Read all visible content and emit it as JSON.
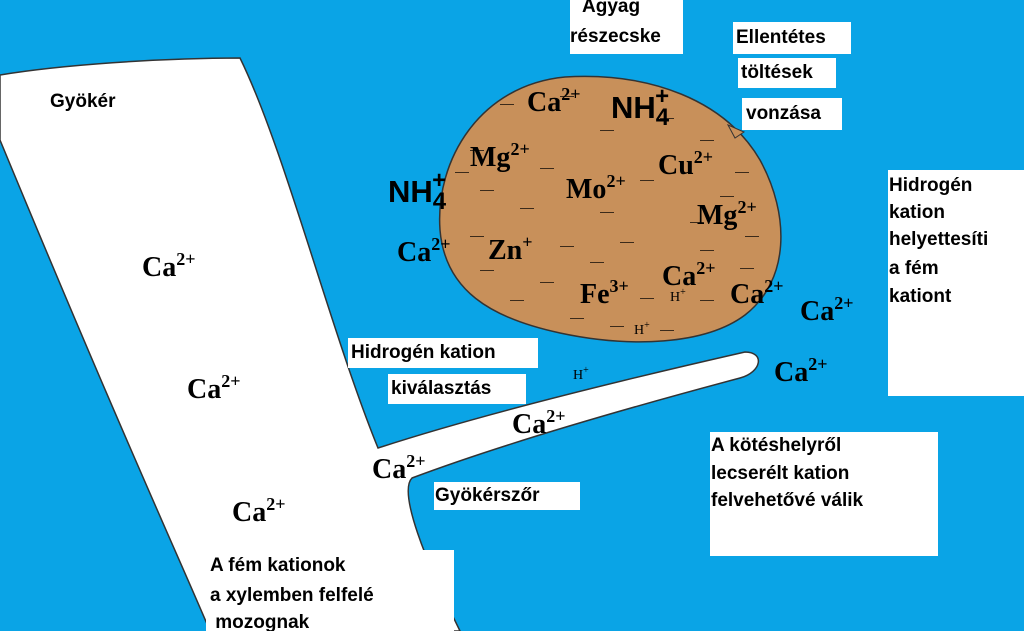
{
  "colors": {
    "background": "#0aa4e6",
    "clay": "#c8905a",
    "root": "#ffffff",
    "outline": "#333333"
  },
  "labels": {
    "gyoker": "Gyökér",
    "agyag_line1": "Agyag",
    "agyag_line2": "részecske",
    "ellentetes_line1": "Ellentétes",
    "ellentetes_line2": "töltések",
    "ellentetes_line3": "vonzása",
    "hidrogen_helyettesiti_line1": "Hidrogén",
    "hidrogen_helyettesiti_line2": "kation",
    "hidrogen_helyettesiti_line3": "helyettesíti",
    "hidrogen_helyettesiti_line4": "a fém",
    "hidrogen_helyettesiti_line5": "kationt",
    "hidrogen_kivalasztas_line1": "Hidrogén kation",
    "hidrogen_kivalasztas_line2": "kiválasztás",
    "kotes_line1": "A kötéshelyről",
    "kotes_line2": "lecserélt kation",
    "kotes_line3": "felvehetővé válik",
    "gyokerszor": "Gyökérszőr",
    "femkation_line1": "A fém kationok",
    "femkation_line2": "a xylemben felfelé",
    "femkation_line3": " mozognak"
  },
  "ions": [
    {
      "id": "clay-ca-top",
      "symbol": "Ca",
      "charge": "2+"
    },
    {
      "id": "clay-mg-left",
      "symbol": "Mg",
      "charge": "2+"
    },
    {
      "id": "clay-mo",
      "symbol": "Mo",
      "charge": "2+"
    },
    {
      "id": "clay-cu",
      "symbol": "Cu",
      "charge": "2+"
    },
    {
      "id": "clay-mg-right",
      "symbol": "Mg",
      "charge": "2+"
    },
    {
      "id": "clay-zn",
      "symbol": "Zn",
      "charge": "+"
    },
    {
      "id": "clay-fe",
      "symbol": "Fe",
      "charge": "3+"
    },
    {
      "id": "clay-ca-bottom",
      "symbol": "Ca",
      "charge": "2+"
    },
    {
      "id": "ca-left-of-clay",
      "symbol": "Ca",
      "charge": "2+"
    },
    {
      "id": "ca-right-1",
      "symbol": "Ca",
      "charge": "2+"
    },
    {
      "id": "ca-right-2",
      "symbol": "Ca",
      "charge": "2+"
    },
    {
      "id": "ca-right-3",
      "symbol": "Ca",
      "charge": "2+"
    },
    {
      "id": "ca-roothair",
      "symbol": "Ca",
      "charge": "2+"
    },
    {
      "id": "ca-junction",
      "symbol": "Ca",
      "charge": "2+"
    },
    {
      "id": "ca-root-1",
      "symbol": "Ca",
      "charge": "2+"
    },
    {
      "id": "ca-root-2",
      "symbol": "Ca",
      "charge": "2+"
    },
    {
      "id": "ca-root-3",
      "symbol": "Ca",
      "charge": "2+"
    },
    {
      "id": "h-clay-1",
      "symbol": "H",
      "charge": "+"
    },
    {
      "id": "h-clay-2",
      "symbol": "H",
      "charge": "+"
    },
    {
      "id": "h-free",
      "symbol": "H",
      "charge": "+"
    }
  ],
  "ammonium": [
    {
      "id": "nh4-clay",
      "symbol": "NH",
      "sub": "4",
      "charge": "+"
    },
    {
      "id": "nh4-left",
      "symbol": "NH",
      "sub": "4",
      "charge": "+"
    }
  ]
}
